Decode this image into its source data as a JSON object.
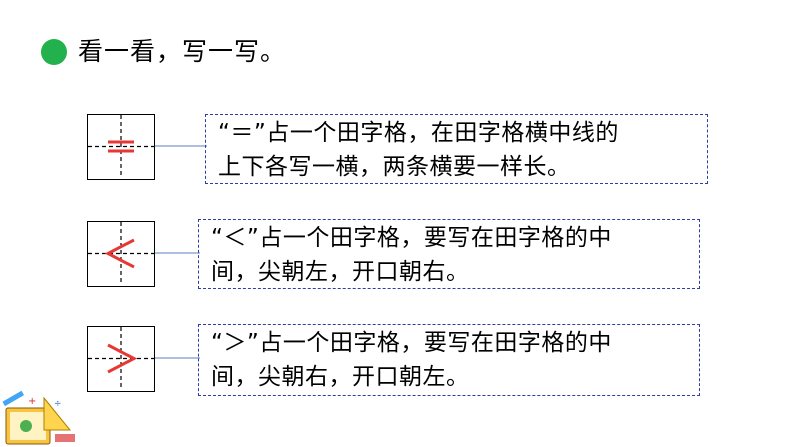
{
  "title": "看一看，写一写。",
  "rows": [
    {
      "symbol": "=",
      "line1": "“＝”占一个田字格，在田字格横中线的",
      "line2": "上下各写一横，两条横要一样长。"
    },
    {
      "symbol": "<",
      "line1": "“＜”占一个田字格，要写在田字格的中",
      "line2": "间，尖朝左，开口朝右。"
    },
    {
      "symbol": ">",
      "line1": "“＞”占一个田字格，要写在田字格的中",
      "line2": "间，尖朝右，开口朝左。"
    }
  ],
  "colors": {
    "bullet": "#22b14c",
    "symbol_stroke": "#e53935",
    "box_border": "#2b3ea8",
    "connector": "#5b7fc4"
  }
}
